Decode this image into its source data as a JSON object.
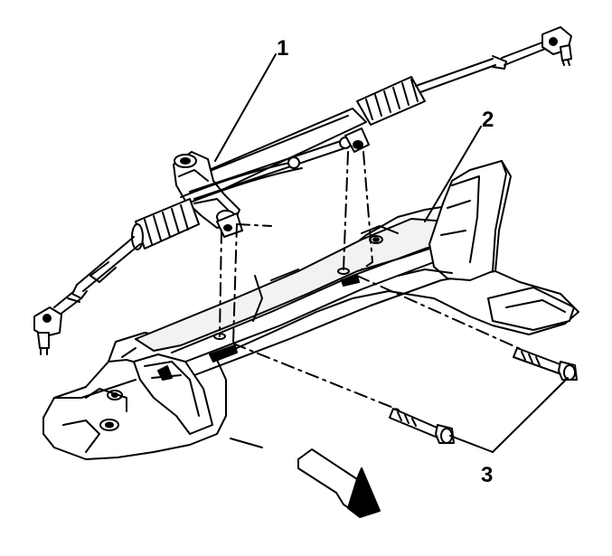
{
  "callouts": [
    {
      "id": "1",
      "label": "1"
    },
    {
      "id": "2",
      "label": "2"
    },
    {
      "id": "3",
      "label": "3"
    }
  ],
  "colors": {
    "ink": "#000000",
    "paper": "#ffffff",
    "shade": "#e6e6e6"
  }
}
